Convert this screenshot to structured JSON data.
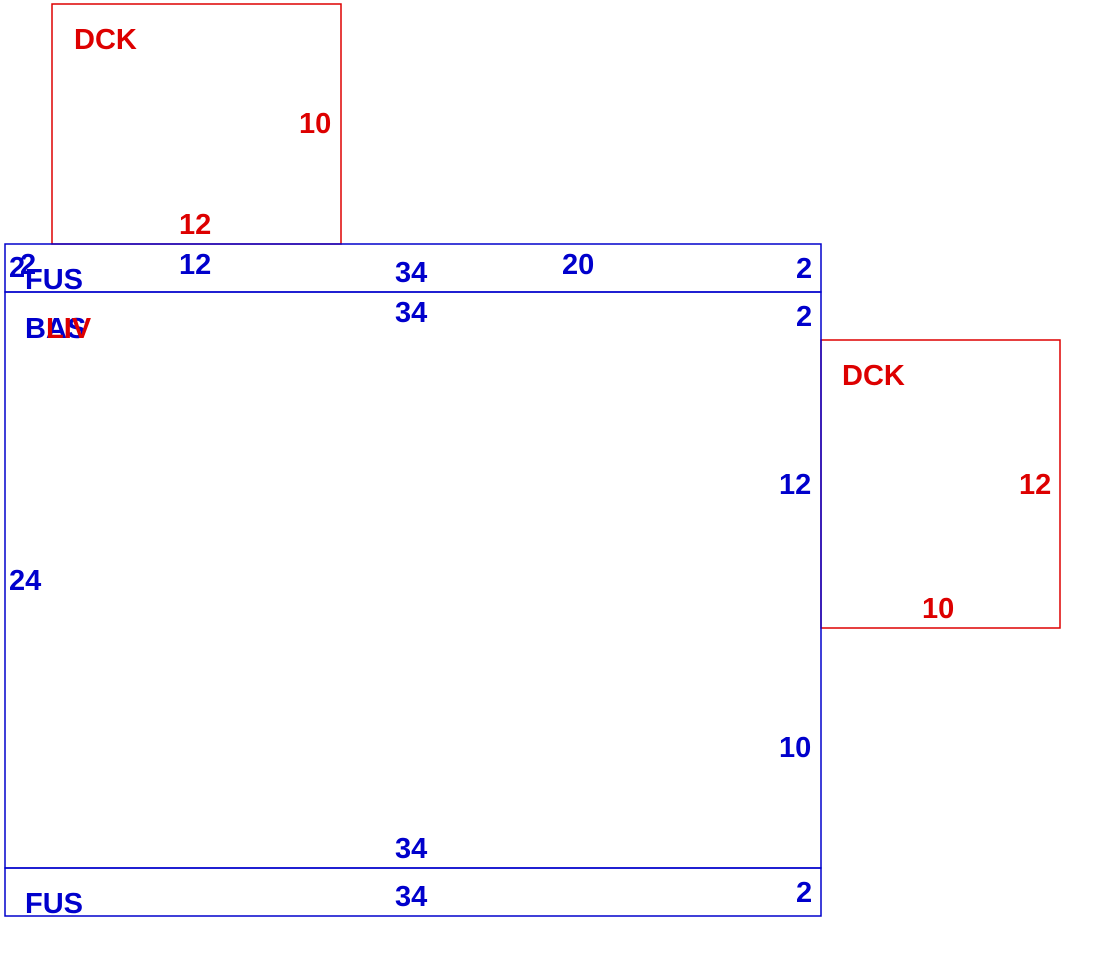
{
  "colors": {
    "main": "#0000cc",
    "deck": "#dd0000",
    "background": "#ffffff"
  },
  "areas": {
    "deck_top": {
      "label": "DCK",
      "dims": {
        "right": "10",
        "bottom": "12"
      }
    },
    "fus_top": {
      "label": "FUS",
      "dims": {
        "left_a": "2",
        "left_b": "2",
        "top_a": "12",
        "top_b": "34",
        "top_c": "20",
        "right": "2"
      }
    },
    "base": {
      "label": "BAS",
      "overlay_label": "LIV",
      "dims": {
        "top": "34",
        "right_a": "2",
        "right_b": "12",
        "right_c": "10",
        "left": "24",
        "bottom": "34"
      }
    },
    "deck_right": {
      "label": "DCK",
      "dims": {
        "right": "12",
        "bottom": "10"
      }
    },
    "fus_bottom": {
      "label": "FUS",
      "dims": {
        "top": "34",
        "right": "2"
      }
    }
  }
}
